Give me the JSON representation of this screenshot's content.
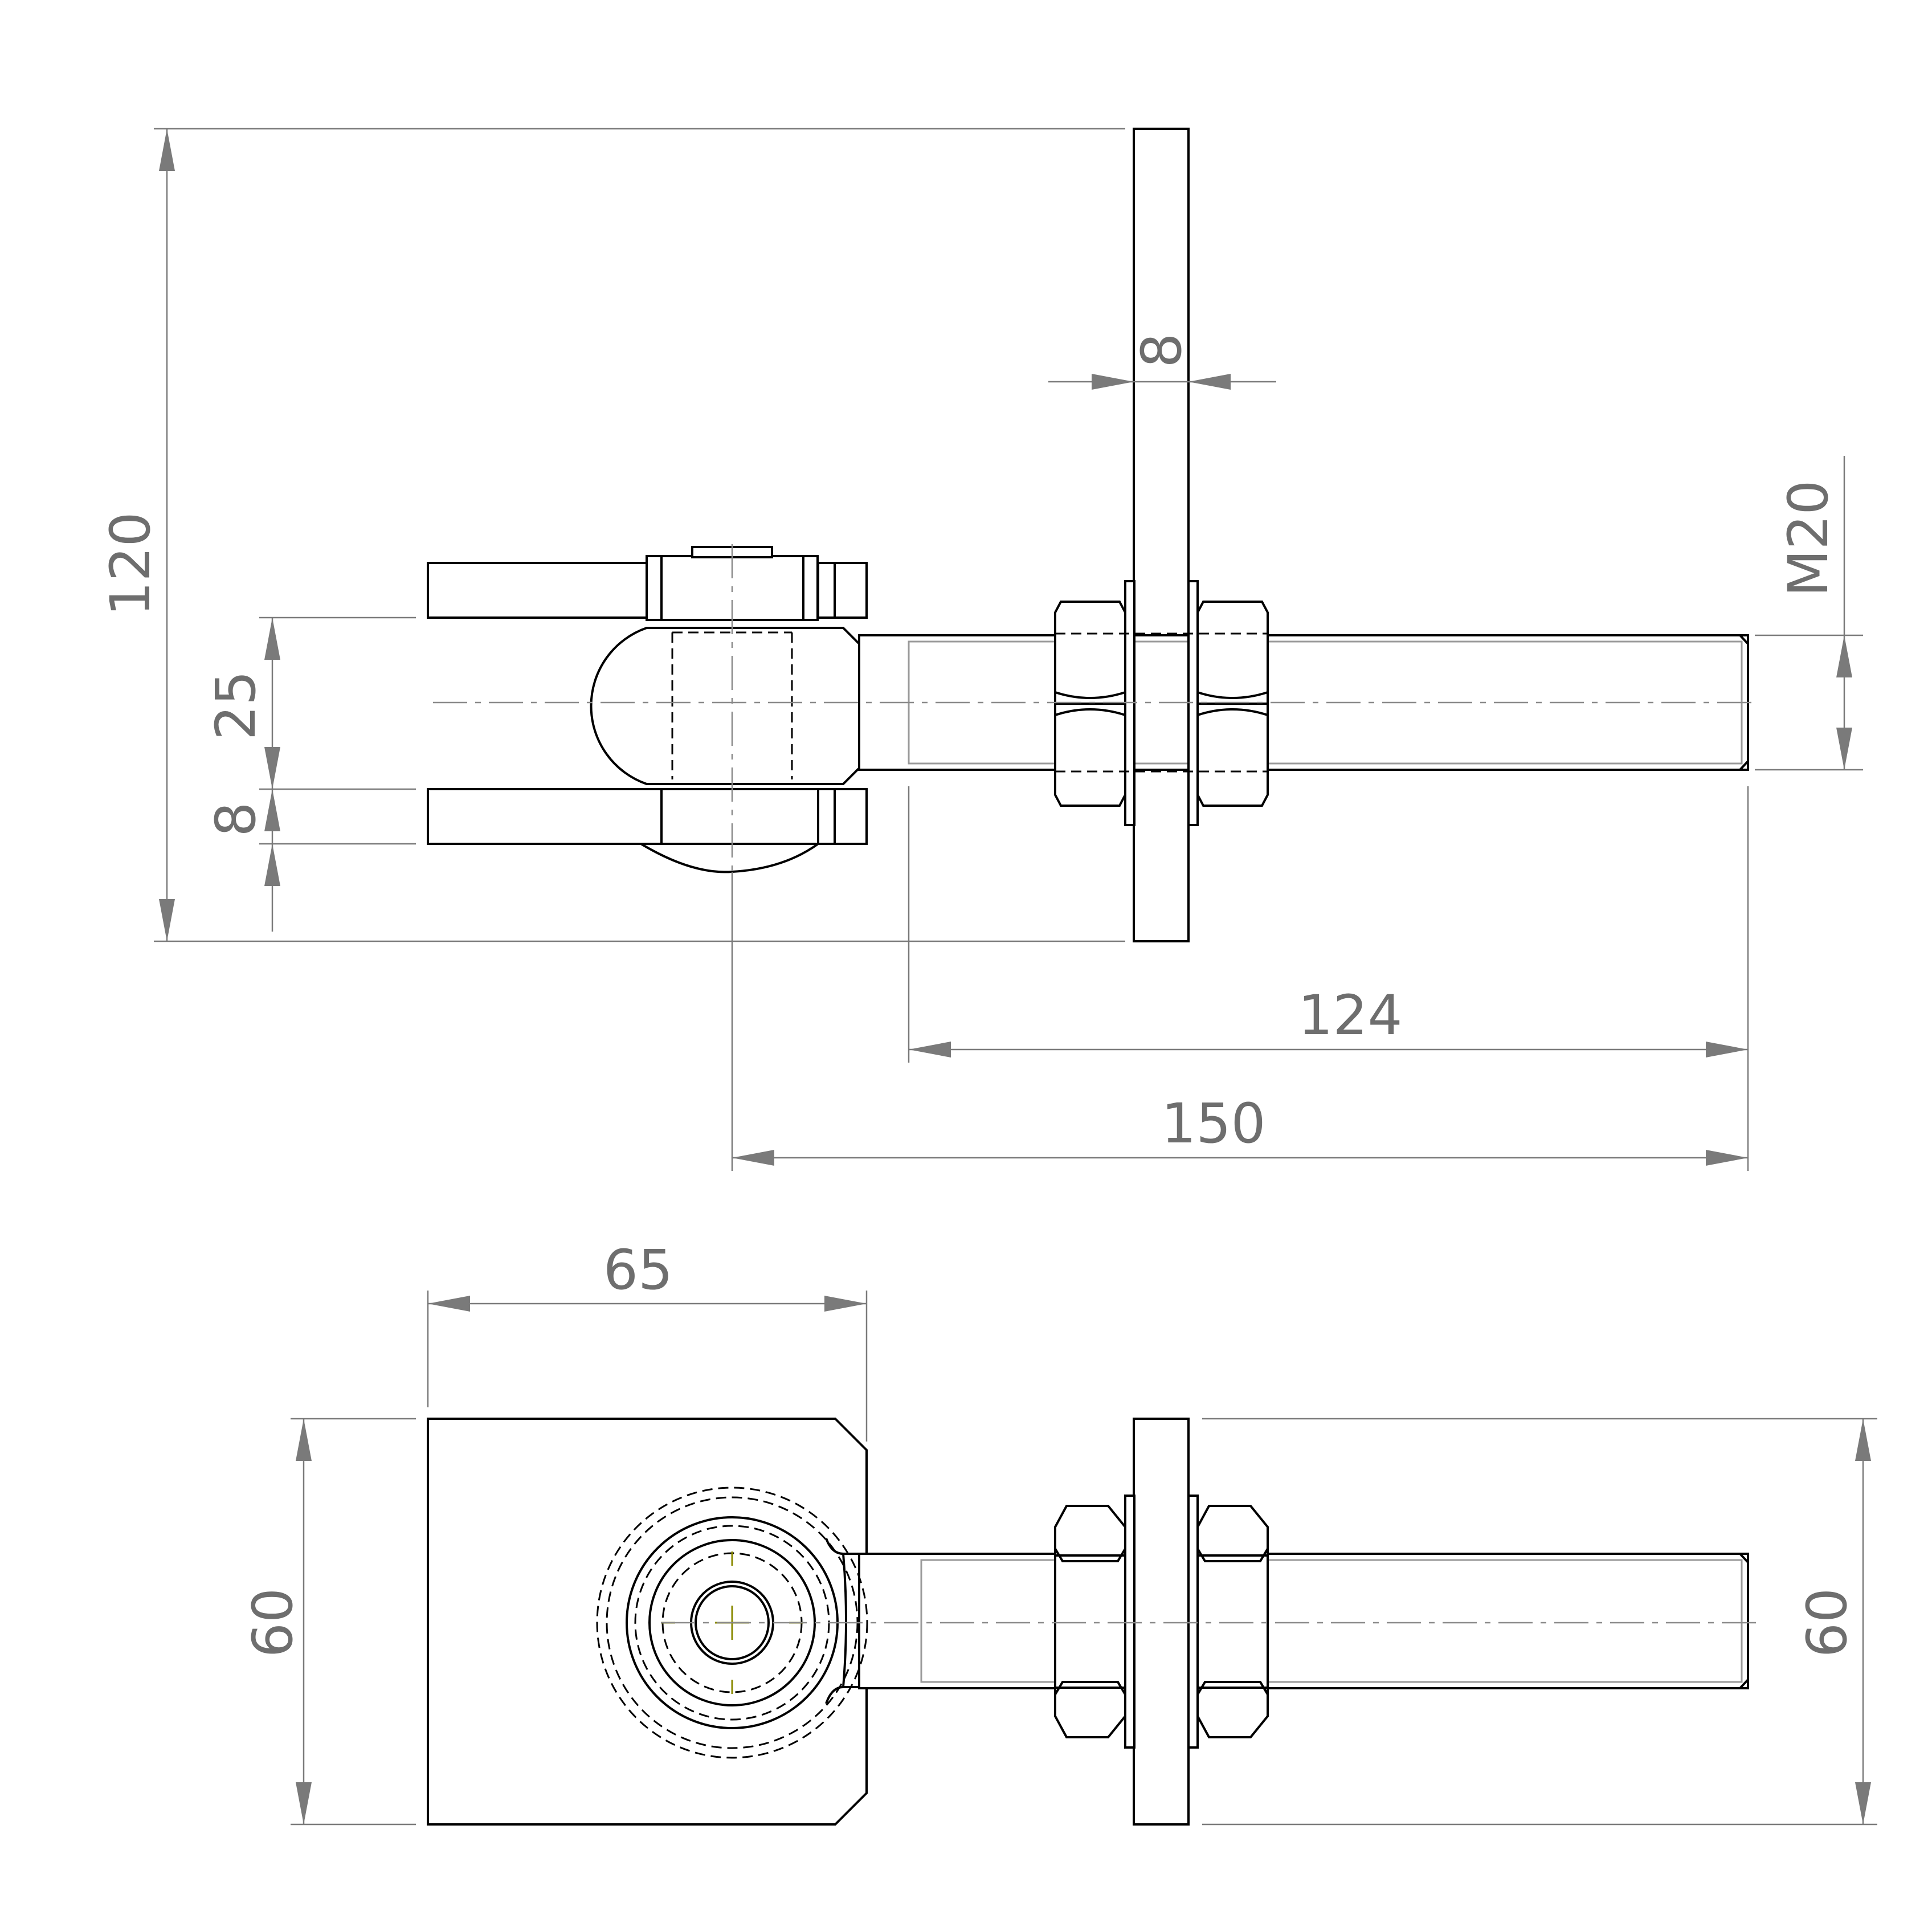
{
  "dimensions": {
    "overall_height": "120",
    "plate_thickness": "8",
    "thread_size": "M20",
    "eye_gap": "25",
    "lug_thickness": "8",
    "thread_length": "124",
    "overall_length": "150",
    "lug_width": "65",
    "lug_height": "60",
    "plate_height": "60"
  },
  "colors": {
    "outline": "#000000",
    "dimension": "#7a7a7a",
    "centerline": "#8a8a8a",
    "center_mark": "#8a8a00"
  }
}
